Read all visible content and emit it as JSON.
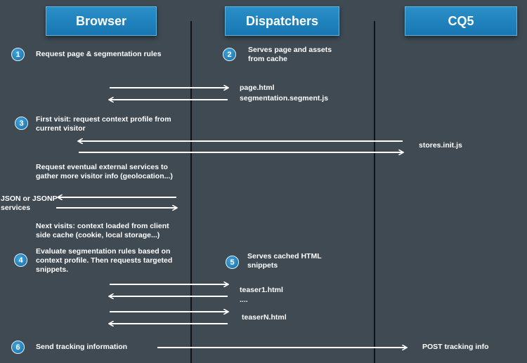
{
  "columns": {
    "browser": "Browser",
    "dispatchers": "Dispatchers",
    "cq5": "CQ5"
  },
  "steps": {
    "s1": "1",
    "s2": "2",
    "s3": "3",
    "s4": "4",
    "s5": "5",
    "s6": "6"
  },
  "text": {
    "step1": "Request page & segmentation rules",
    "step2": "Serves page and assets\nfrom cache",
    "page_html": "page.html",
    "segmentation_js": "segmentation.segment.js",
    "step3": "First visit: request context profile from\ncurrent visitor",
    "stores_init": "stores.init.js",
    "external": "Request eventual external services to\ngather more visitor info (geolocation...)",
    "json_jsonp": "JSON or JSONP\nservices",
    "next_visits": "Next visits: context loaded from client\nside cache (cookie, local storage...)",
    "step4": "Evaluate segmentation rules based on\ncontext profile. Then requests targeted\nsnippets.",
    "step5": "Serves cached HTML\nsnippets",
    "teaser1": "teaser1.html",
    "ellipsis": "....",
    "teaserN": "teaserN.html",
    "step6": "Send tracking information",
    "post_tracking": "POST tracking info"
  }
}
